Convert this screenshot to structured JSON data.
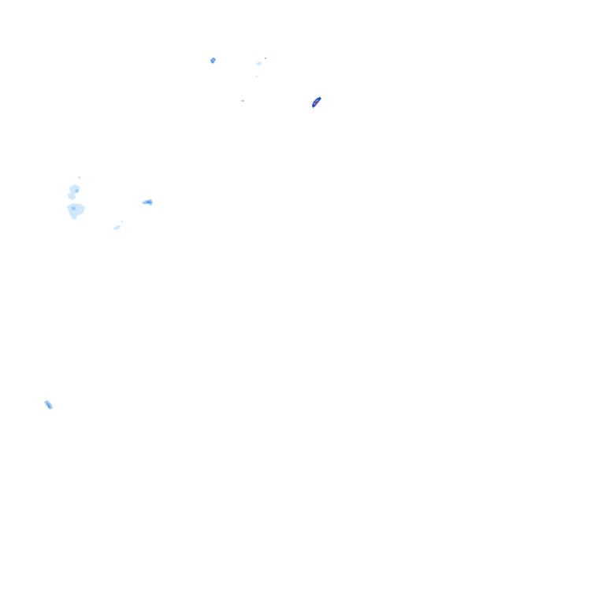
{
  "map": {
    "type": "precipitation-radar-overlay",
    "background": "#ffffff",
    "intensity_palette": {
      "very_light": "#cfe8fb",
      "light": "#9cccf5",
      "moderate": "#5a9cf0",
      "heavy": "#1f4fd6",
      "intense": "#d0121b"
    },
    "echo_clusters": [
      {
        "id": "north-small-cell",
        "intensity": "moderate"
      },
      {
        "id": "north-faint-specks",
        "intensity": "light"
      },
      {
        "id": "strong-cell",
        "intensity": "intense"
      },
      {
        "id": "western-scattered-area",
        "intensity": "very_light"
      },
      {
        "id": "western-band",
        "intensity": "moderate"
      },
      {
        "id": "southwest-cell",
        "intensity": "moderate"
      }
    ]
  }
}
